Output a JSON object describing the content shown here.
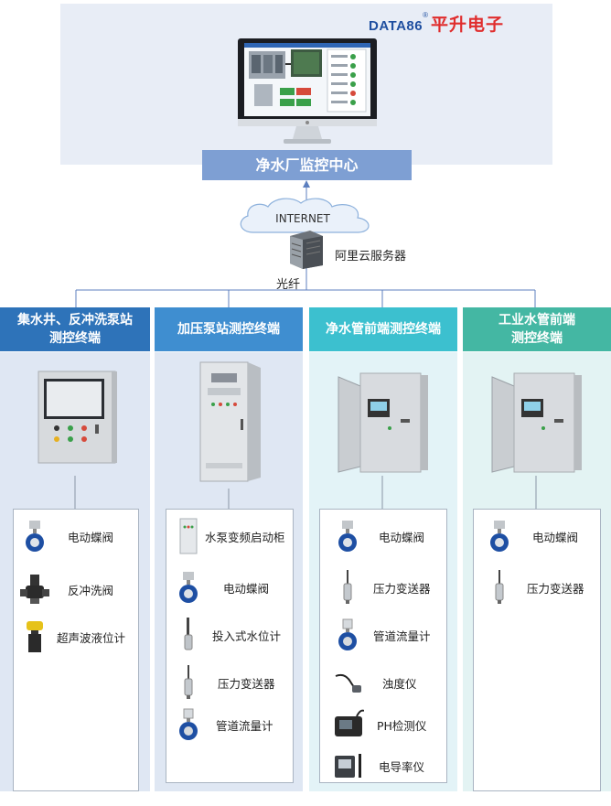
{
  "header": {
    "logo_en": "DATA86",
    "logo_reg": "®",
    "logo_cn": "平升电子",
    "center_title": "净水厂监控中心"
  },
  "network": {
    "internet": "INTERNET",
    "server": "阿里云服务器",
    "fiber": "光纤"
  },
  "columns": [
    {
      "title_line1": "集水井、反冲洗泵站",
      "title_line2": "测控终端",
      "items": [
        "电动蝶阀",
        "反冲洗阀",
        "超声波液位计"
      ]
    },
    {
      "title_line1": "加压泵站测控终端",
      "title_line2": "",
      "items": [
        "水泵变频启动柜",
        "电动蝶阀",
        "投入式水位计",
        "压力变送器",
        "管道流量计"
      ]
    },
    {
      "title_line1": "净水管前端测控终端",
      "title_line2": "",
      "items": [
        "电动蝶阀",
        "压力变送器",
        "管道流量计",
        "浊度仪",
        "PH检测仪",
        "电导率仪"
      ]
    },
    {
      "title_line1": "工业水管前端",
      "title_line2": "测控终端",
      "items": [
        "电动蝶阀",
        "压力变送器"
      ]
    }
  ],
  "colors": {
    "head_col1": "#2e73b9",
    "head_col2": "#3f8ed0",
    "head_col3": "#3cc0cf",
    "head_col4": "#44b7a3",
    "bg_col1": "#dfe7f3",
    "bg_col2": "#dfe7f3",
    "bg_col3": "#e3f3f7",
    "bg_col4": "#e3f3f3"
  }
}
